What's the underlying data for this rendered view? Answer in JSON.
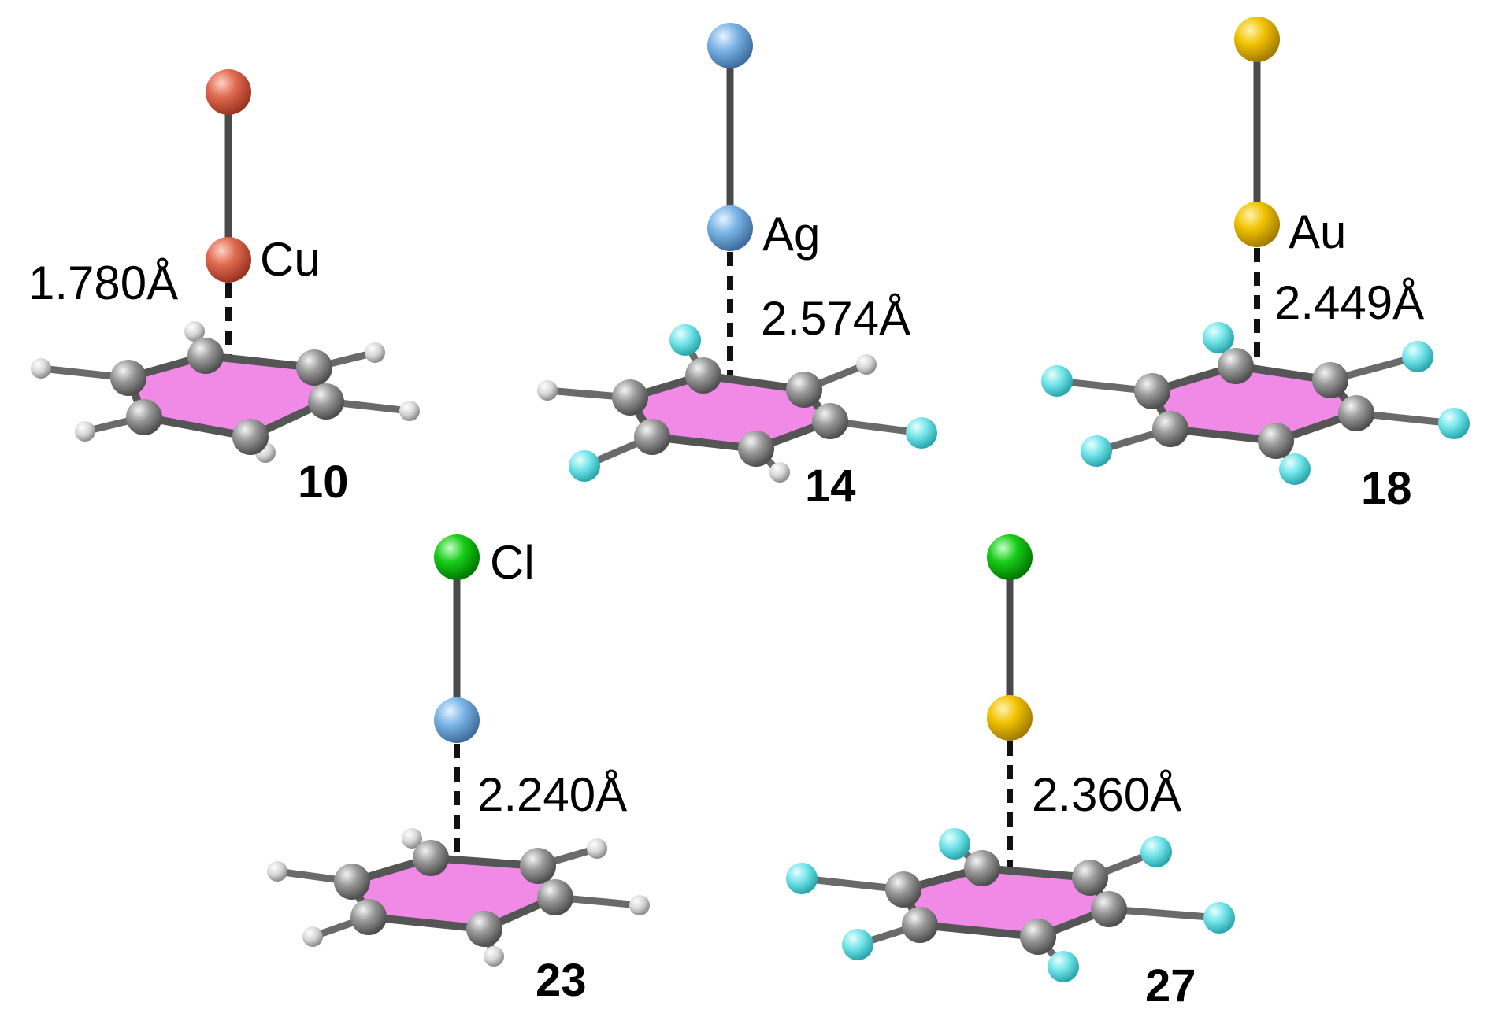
{
  "molecules": [
    {
      "id": "10",
      "atom_label": "Cu",
      "distance": "1.780Å",
      "colors": {
        "top": "#d9604a",
        "metal": "#d9604a",
        "ring_substituents": [
          "H",
          "H",
          "H",
          "H",
          "H",
          "H"
        ]
      }
    },
    {
      "id": "14",
      "atom_label": "Ag",
      "distance": "2.574Å",
      "colors": {
        "top": "#6fa8dc",
        "metal": "#6fa8dc",
        "ring_substituents": [
          "F",
          "H",
          "F",
          "H",
          "F",
          "H"
        ]
      }
    },
    {
      "id": "18",
      "atom_label": "Au",
      "distance": "2.449Å",
      "colors": {
        "top": "#f2c200",
        "metal": "#f2c200",
        "ring_substituents": [
          "F",
          "F",
          "F",
          "F",
          "F",
          "F"
        ]
      }
    },
    {
      "id": "23",
      "atom_label": "Cl",
      "distance": "2.240Å",
      "colors": {
        "top": "#00c000",
        "metal": "#6fa8dc",
        "ring_substituents": [
          "H",
          "H",
          "H",
          "H",
          "H",
          "H"
        ]
      }
    },
    {
      "id": "27",
      "atom_label": "",
      "distance": "2.360Å",
      "colors": {
        "top": "#00c000",
        "metal": "#f2c200",
        "ring_substituents": [
          "F",
          "F",
          "F",
          "F",
          "F",
          "F"
        ]
      }
    }
  ],
  "palette": {
    "carbon": "#8a8a8a",
    "hydrogen": "#d8d8d8",
    "fluorine": "#6fe3e8",
    "ring_fill": "#f08ae6",
    "bond": "#4a4a4a"
  }
}
